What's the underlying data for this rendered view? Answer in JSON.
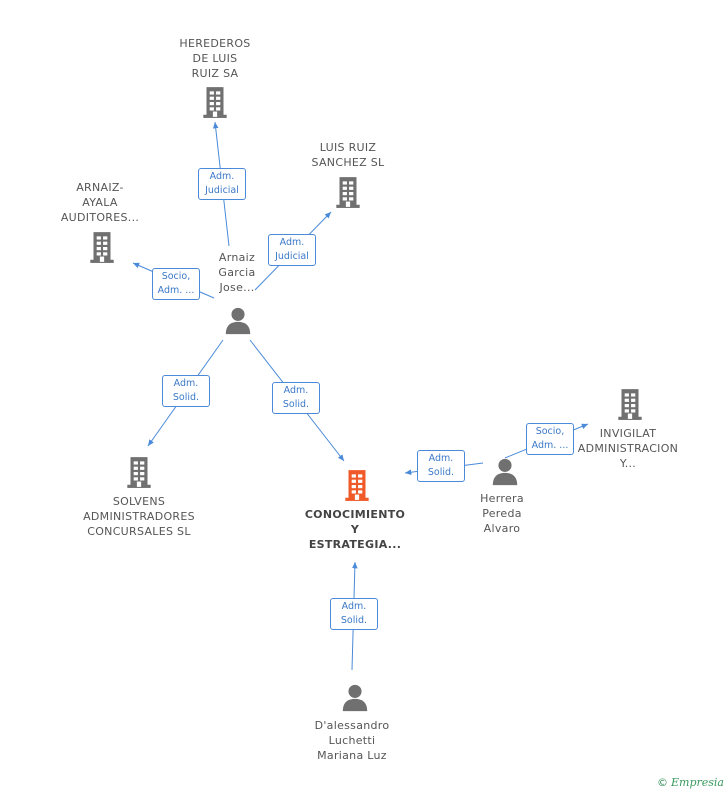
{
  "nodes": [
    {
      "id": "herederos",
      "type": "company",
      "lines": [
        "HEREDEROS",
        "DE LUIS",
        "RUIZ SA"
      ],
      "color": "#707070"
    },
    {
      "id": "luisruiz",
      "type": "company",
      "lines": [
        "LUIS RUIZ",
        "SANCHEZ SL"
      ],
      "color": "#707070"
    },
    {
      "id": "arnaizayala",
      "type": "company",
      "lines": [
        "ARNAIZ-",
        "AYALA",
        "AUDITORES..."
      ],
      "color": "#707070"
    },
    {
      "id": "arnaizjose",
      "type": "person",
      "lines": [
        "Arnaiz",
        "Garcia",
        "Jose..."
      ],
      "color": "#707070"
    },
    {
      "id": "solvens",
      "type": "company",
      "lines": [
        "SOLVENS",
        "ADMINISTRADORES",
        "CONCURSALES SL"
      ],
      "color": "#707070"
    },
    {
      "id": "conocimiento",
      "type": "company",
      "focus": true,
      "lines": [
        "CONOCIMIENTO",
        "Y",
        "ESTRATEGIA..."
      ],
      "color": "#f05a28"
    },
    {
      "id": "invigilat",
      "type": "company",
      "lines": [
        "INVIGILAT",
        "ADMINISTRACION",
        "Y..."
      ],
      "color": "#707070"
    },
    {
      "id": "herrera",
      "type": "person",
      "lines": [
        "Herrera",
        "Pereda",
        "Alvaro"
      ],
      "color": "#707070"
    },
    {
      "id": "dalessandro",
      "type": "person",
      "lines": [
        "D'alessandro",
        "Luchetti",
        "Mariana Luz"
      ],
      "color": "#707070"
    }
  ],
  "edges": [
    {
      "from": "arnaizjose",
      "to": "herederos",
      "lines": [
        "Adm.",
        "Judicial"
      ]
    },
    {
      "from": "arnaizjose",
      "to": "luisruiz",
      "lines": [
        "Adm.",
        "Judicial"
      ]
    },
    {
      "from": "arnaizjose",
      "to": "arnaizayala",
      "lines": [
        "Socio,",
        "Adm. ..."
      ]
    },
    {
      "from": "arnaizjose",
      "to": "solvens",
      "lines": [
        "Adm.",
        "Solid."
      ]
    },
    {
      "from": "arnaizjose",
      "to": "conocimiento",
      "lines": [
        "Adm.",
        "Solid."
      ]
    },
    {
      "from": "herrera",
      "to": "conocimiento",
      "lines": [
        "Adm.",
        "Solid."
      ]
    },
    {
      "from": "herrera",
      "to": "invigilat",
      "lines": [
        "Socio,",
        "Adm. ..."
      ]
    },
    {
      "from": "dalessandro",
      "to": "conocimiento",
      "lines": [
        "Adm.",
        "Solid."
      ]
    }
  ],
  "colors": {
    "edge": "#4a8ad8",
    "edge_label_text": "#3a78c8"
  },
  "branding": {
    "copyright": "©",
    "name": "Empresia"
  }
}
